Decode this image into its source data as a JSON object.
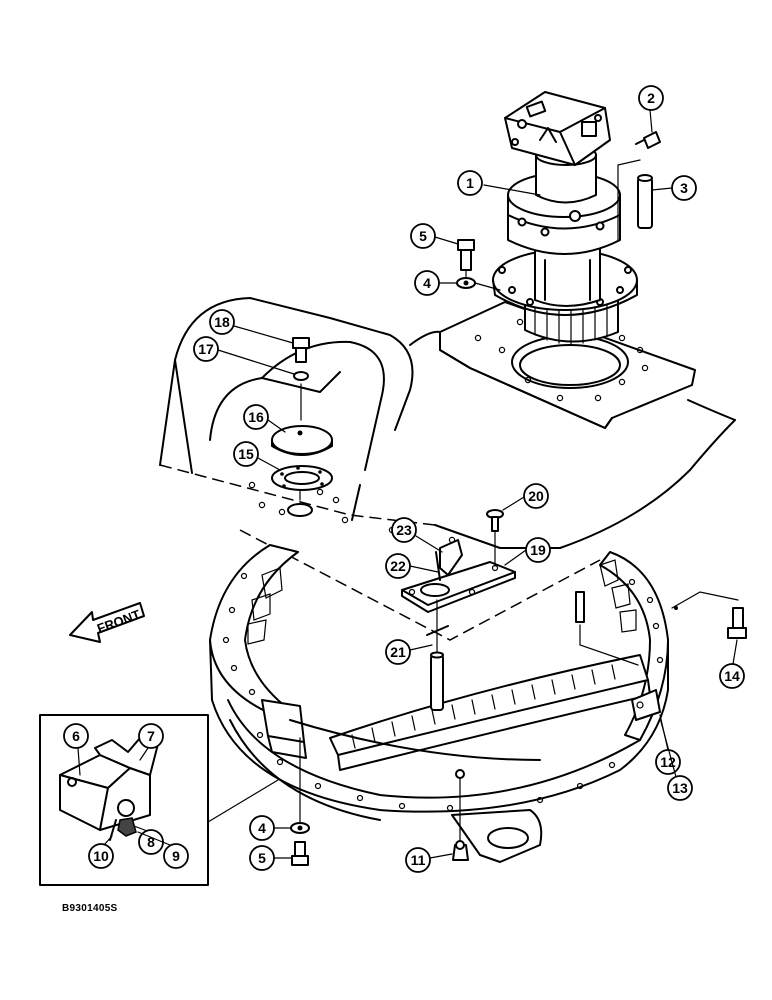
{
  "figure_code": "B9301405S",
  "front_label": "FRONT",
  "callouts": [
    {
      "num": "1",
      "part": "swing-motor-reducer"
    },
    {
      "num": "2",
      "part": "fitting"
    },
    {
      "num": "3",
      "part": "dowel-pin"
    },
    {
      "num": "4",
      "part": "washer"
    },
    {
      "num": "5",
      "part": "bolt"
    },
    {
      "num": "4",
      "part": "washer"
    },
    {
      "num": "5",
      "part": "bolt"
    },
    {
      "num": "6",
      "part": "seal-detail"
    },
    {
      "num": "7",
      "part": "seal-detail"
    },
    {
      "num": "8",
      "part": "detail-part"
    },
    {
      "num": "9",
      "part": "detail-part"
    },
    {
      "num": "10",
      "part": "detail-part"
    },
    {
      "num": "11",
      "part": "grease-fitting"
    },
    {
      "num": "12",
      "part": "seal"
    },
    {
      "num": "13",
      "part": "seal"
    },
    {
      "num": "14",
      "part": "bolt"
    },
    {
      "num": "15",
      "part": "gasket"
    },
    {
      "num": "16",
      "part": "cover"
    },
    {
      "num": "17",
      "part": "lock-washer"
    },
    {
      "num": "18",
      "part": "bolt"
    },
    {
      "num": "19",
      "part": "plate"
    },
    {
      "num": "20",
      "part": "screw"
    },
    {
      "num": "21",
      "part": "pin"
    },
    {
      "num": "22",
      "part": "spring-pin"
    },
    {
      "num": "23",
      "part": "handle"
    }
  ]
}
